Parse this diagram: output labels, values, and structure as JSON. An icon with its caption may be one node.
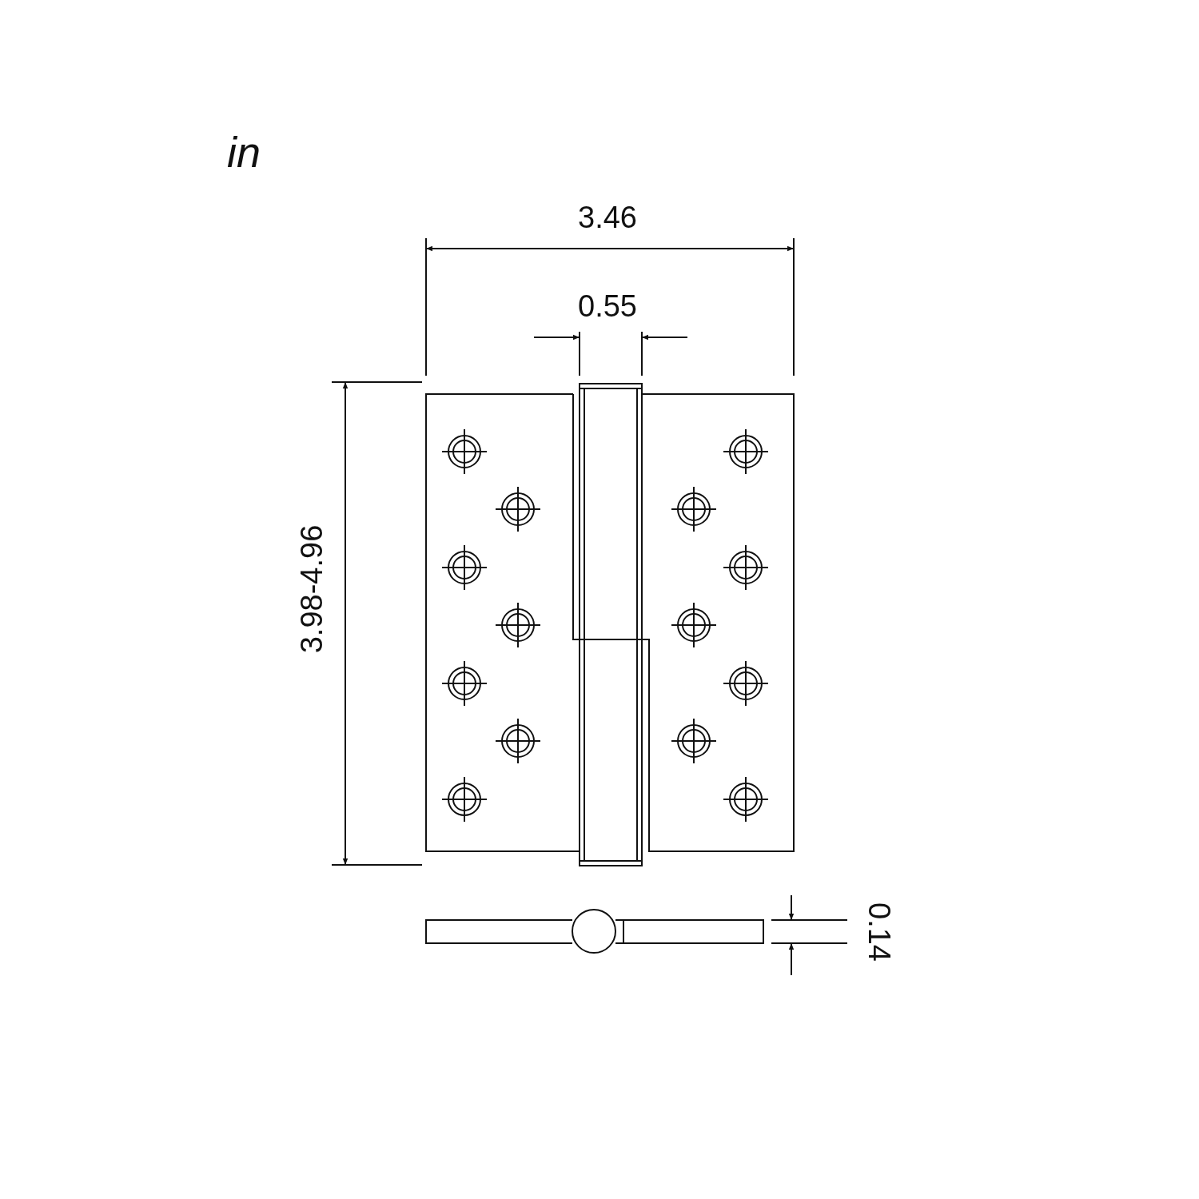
{
  "diagram": {
    "labels": [
      "in",
      "3.46",
      "0.55",
      "3.98-4.96",
      "0.14"
    ]
  }
}
